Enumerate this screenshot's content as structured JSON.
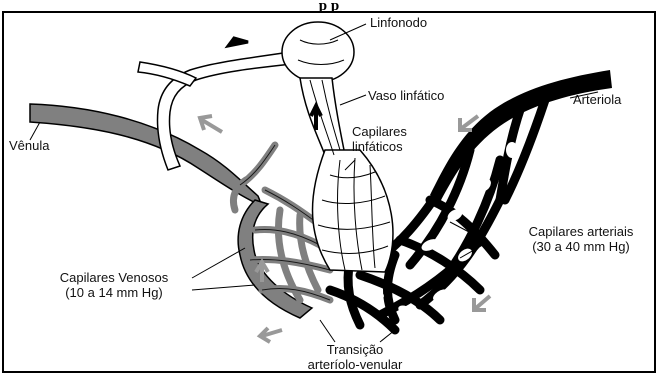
{
  "caption": "p                                    p",
  "labels": {
    "linfonodo": "Linfonodo",
    "vaso_linfatico": "Vaso linfático",
    "arteriola": "Arteriola",
    "venula": "Vênula",
    "capilares_linfaticos": [
      "Capilares",
      "linfáticos"
    ],
    "capilares_arteriais": [
      "Capilares arteriais",
      "(30 a 40 mm Hg)"
    ],
    "capilares_venosos": [
      "Capilares Venosos",
      "(10 a 14 mm Hg)"
    ],
    "transicao": [
      "Transição",
      "arteríolo-venular"
    ]
  },
  "colors": {
    "arterial": "#000000",
    "venous": "#808080",
    "lymphatic": "#ffffff",
    "arrow_gray": "#999999"
  }
}
